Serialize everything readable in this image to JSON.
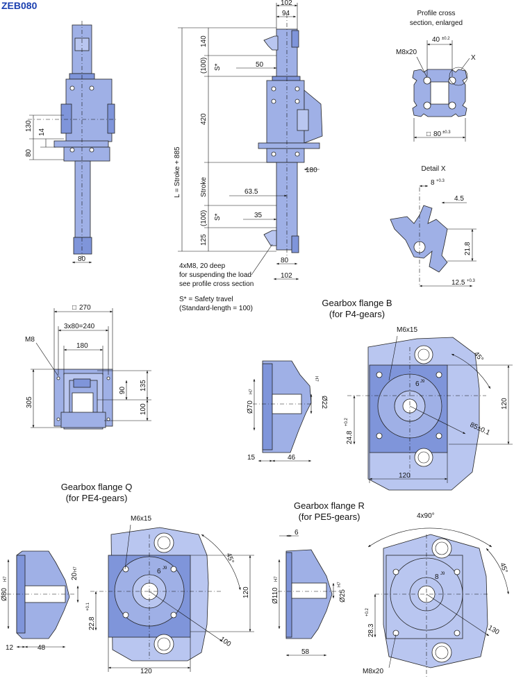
{
  "title": {
    "text": "ZEB080",
    "color": "#1a3fb0"
  },
  "colors": {
    "part": "#9fb0e6",
    "part_dark": "#7f95da",
    "part_light": "#b9c6f0",
    "line": "#111111"
  },
  "front_view": {
    "dims": {
      "d130": "130",
      "d14": "14",
      "d80": "80",
      "d80b": "80"
    }
  },
  "side_view": {
    "dims": {
      "d102": "102",
      "d94": "94",
      "d140": "140",
      "d100a": "(100)",
      "sstar1": "S*",
      "d50": "50",
      "d420": "420",
      "length": "L = Stroke + 885",
      "stroke": "Stroke",
      "d180": "180",
      "d63": "63.5",
      "d100b": "(100)",
      "sstar2": "S*",
      "d35": "35",
      "d125": "125",
      "d80": "80",
      "d102b": "102"
    },
    "note1": [
      "4xM8, 20 deep",
      "for suspending the load",
      "see profile cross section"
    ],
    "note2": [
      "S* = Safety travel",
      "(Standard-length = 100)"
    ]
  },
  "profile_section": {
    "title": [
      "Profile cross",
      "section, enlarged"
    ],
    "dims": {
      "d40": "40",
      "d40tol": "±0.2",
      "thread": "M8x20",
      "x": "X",
      "d80": "80",
      "d80tol": "±0.3",
      "sq": "□"
    }
  },
  "detail_x": {
    "title": "Detail X",
    "dims": {
      "d8": "8",
      "d8tol": "+0.3",
      "d45": "4.5",
      "d218": "21.8",
      "d125": "12.5",
      "d125tol": "+0.3"
    }
  },
  "top_view": {
    "dims": {
      "d270": "270",
      "sq": "□",
      "d3x80": "3x80=240",
      "m8": "M8",
      "d180": "180",
      "d305": "305",
      "d90": "90",
      "d135": "135",
      "d100": "100"
    }
  },
  "flange_b": {
    "title": [
      "Gearbox flange B",
      "(for P4-gears)"
    ],
    "dims": {
      "d70": "Ø70",
      "d70tol": "H7",
      "d22": "Ø22",
      "d22tol": "H7",
      "d15": "15",
      "d46": "46",
      "m6": "M6x15",
      "d6": "6",
      "d6tol": "J9",
      "d45": "45°",
      "d120v": "120",
      "d248": "24.8",
      "d248tol": "+0.2",
      "d85": "85±0.1",
      "d120h": "120"
    }
  },
  "flange_q": {
    "title": [
      "Gearbox flange Q",
      "(for PE4-gears)"
    ],
    "dims": {
      "d80": "Ø80",
      "d80tol": "H7",
      "d20": "20",
      "d20tol": "H7",
      "d12": "12",
      "d48": "48",
      "m6": "M6x15",
      "d6": "6",
      "d6tol": "J9",
      "d45": "45°",
      "d120v": "120",
      "d228": "22.8",
      "d228tol": "+0.1",
      "d100": "100",
      "d120h": "120"
    }
  },
  "flange_r": {
    "title": [
      "Gearbox flange R",
      "(for PE5-gears)"
    ],
    "dims": {
      "d6": "6",
      "d110": "Ø110",
      "d110tol": "H7",
      "d25": "Ø25",
      "d25tol": "H7",
      "d58": "58",
      "d4x90": "4x90°",
      "d8": "8",
      "d8tol": "J9",
      "d45": "45°",
      "d283": "28.3",
      "d283tol": "+0.2",
      "d130": "130",
      "m8": "M8x20"
    }
  }
}
